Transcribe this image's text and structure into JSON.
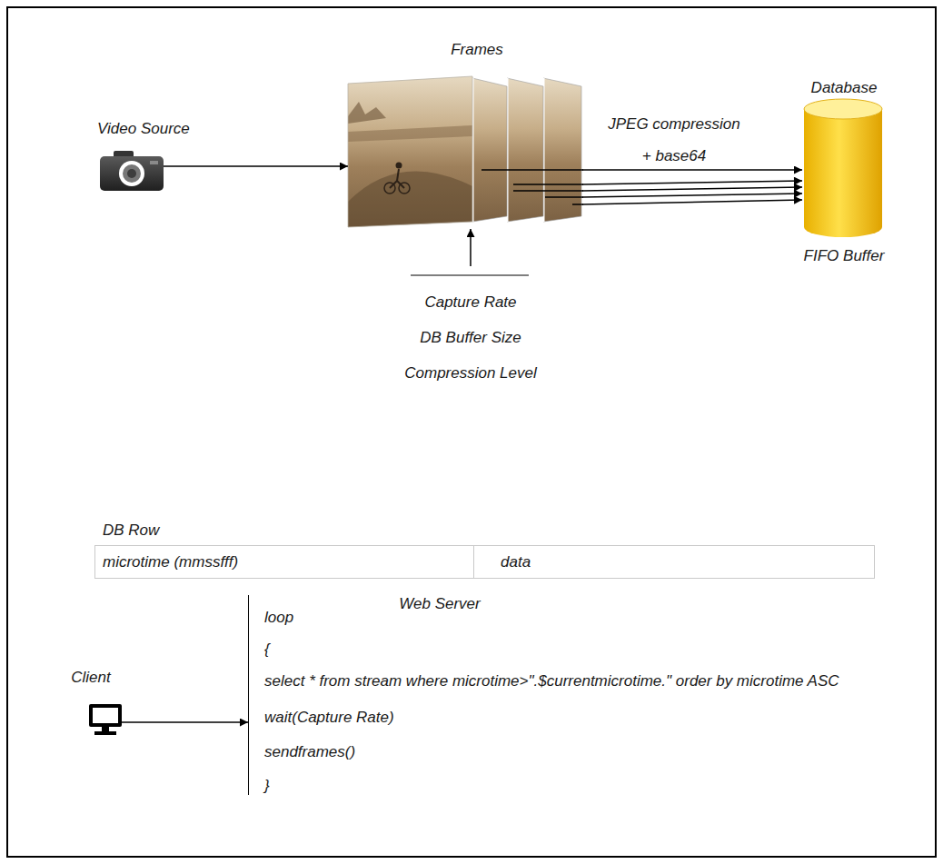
{
  "diagram": {
    "nodes": [
      {
        "text": [
          "Video Source"
        ]
      },
      {
        "text": [
          "Frames"
        ]
      },
      {
        "text": [
          "Database",
          "FIFO Buffer"
        ]
      },
      {
        "text": [
          "DB Row",
          "microtime (mmssfff)",
          "data"
        ]
      },
      {
        "text": [
          "Client"
        ]
      },
      {
        "text": [
          "Web Server",
          "loop",
          "{",
          "select * from stream where microtime>\".$currentmicrotime.\" order by microtime ASC",
          "wait(Capture Rate)",
          "sendframes()",
          "}"
        ]
      }
    ],
    "edges": [
      {
        "from": 0,
        "to": 1,
        "arrow": "to"
      },
      {
        "from": 1,
        "to": 2,
        "arrow": "to",
        "label": "JPEG compression + base64"
      },
      {
        "from": 1,
        "to": 2,
        "arrow": "to"
      },
      {
        "from": 1,
        "to": 2,
        "arrow": "to"
      },
      {
        "from": 1,
        "to": 2,
        "arrow": "to"
      },
      {
        "from": 1,
        "to": 2,
        "arrow": "to"
      },
      {
        "from": 4,
        "to": 5,
        "arrow": "to"
      }
    ],
    "labels": [
      "Capture Rate",
      "DB Buffer Size",
      "Compression Level"
    ]
  }
}
